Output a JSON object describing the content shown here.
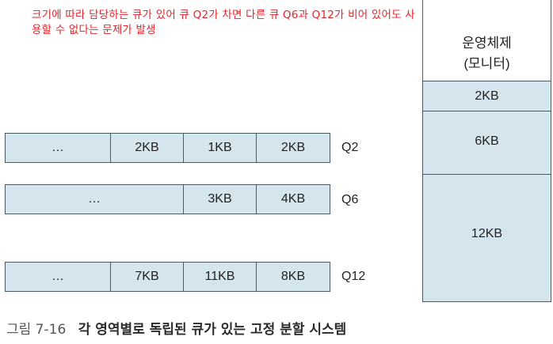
{
  "annotation": {
    "line1": "크기에 따라 담당하는 큐가 있어 큐 Q2가 차면 다른 큐 Q6과 Q12가 비어 있어도 사",
    "line2": "용할 수 없다는 문제가 발생"
  },
  "queues": [
    {
      "label": "Q2",
      "cells": [
        "…",
        "2KB",
        "1KB",
        "2KB"
      ]
    },
    {
      "label": "Q6",
      "cells": [
        "…",
        "3KB",
        "4KB"
      ]
    },
    {
      "label": "Q12",
      "cells": [
        "…",
        "7KB",
        "11KB",
        "8KB"
      ]
    }
  ],
  "memory": {
    "os_line1": "운영체제",
    "os_line2": "(모니터)",
    "partitions": [
      "2KB",
      "6KB",
      "12KB"
    ]
  },
  "caption": {
    "number": "그림 7-16",
    "title": "각 영역별로 독립된 큐가 있는 고정 분할 시스템"
  },
  "colors": {
    "annotation": "#e4242a",
    "cell_fill": "#d4e5ee",
    "border": "#4a5a66"
  }
}
